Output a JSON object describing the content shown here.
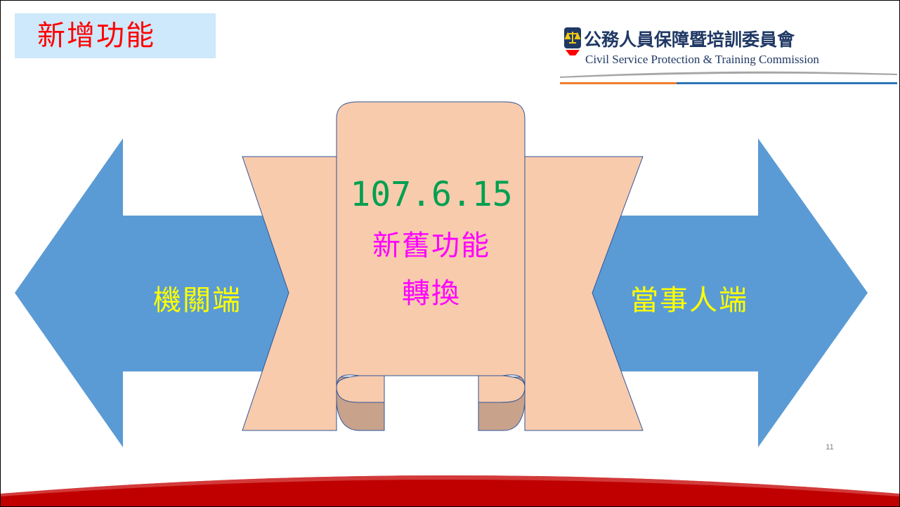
{
  "header": {
    "title": "新增功能"
  },
  "logo": {
    "name_zh": "公務人員保障暨培訓委員會",
    "name_en": "Civil Service Protection & Training Commission"
  },
  "diagram": {
    "left_label": "機關端",
    "right_label": "當事人端",
    "date": "107.6.15",
    "banner_line1": "新舊功能",
    "banner_line2": "轉換"
  },
  "footer": {
    "page_number": "11"
  },
  "colors": {
    "title_text": "#ff0000",
    "title_bg": "#cde9fb",
    "arrow_blue": "#5b9bd5",
    "banner_peach": "#f8cbad",
    "banner_fold": "#c9a28c",
    "arrow_label": "#ffff00",
    "date_text": "#00a050",
    "banner_text": "#ff00ff",
    "logo_navy": "#1f3864",
    "footer_red": "#c00000"
  }
}
